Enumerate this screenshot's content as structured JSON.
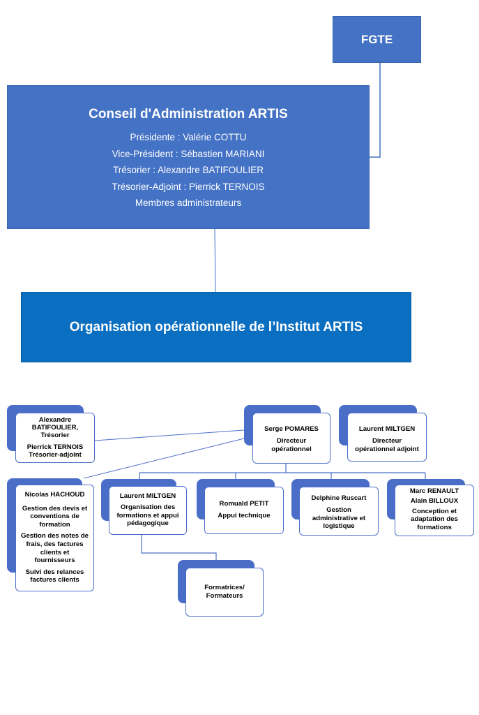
{
  "top": {
    "fgte": "FGTE",
    "council_title": "Conseil d'Administration ARTIS",
    "council_lines": [
      "Présidente : Valérie COTTU",
      "Vice-Président : Sébastien MARIANI",
      "Trésorier : Alexandre BATIFOULIER",
      "Trésorier-Adjoint : Pierrick TERNOIS",
      "Membres administrateurs"
    ],
    "org_title": "Organisation opérationnelle de l’Institut ARTIS"
  },
  "colors": {
    "council": "#4472c4",
    "org": "#0b6fc1",
    "card_border": "#4a6ec8"
  },
  "cards": {
    "treasurers": {
      "l1": "Alexandre",
      "l2": "BATIFOULIER,",
      "l3": "Trésorier",
      "l4": "Pierrick TERNOIS",
      "l5": "Trésorier-adjoint"
    },
    "director": {
      "name": "Serge POMARES",
      "role1": "Directeur",
      "role2": "opérationnel"
    },
    "deputy": {
      "name": "Laurent MILTGEN",
      "role1": "Directeur",
      "role2": "opérationnel adjoint"
    },
    "hachoud": {
      "name": "Nicolas HACHOUD",
      "d1": [
        "Gestion des devis et",
        "conventions de",
        "formation"
      ],
      "d2": [
        "Gestion des notes de",
        "frais, des factures",
        "clients et",
        "fournisseurs"
      ],
      "d3": [
        "Suivi des relances",
        "factures clients"
      ]
    },
    "miltgen": {
      "name": "Laurent MILTGEN",
      "d": [
        "Organisation des",
        "formations et appui",
        "pédagogique"
      ]
    },
    "petit": {
      "name": "Romuald PETIT",
      "d": [
        "Appui technique"
      ]
    },
    "ruscart": {
      "name": "Delphine Ruscart",
      "d": [
        "Gestion",
        "administrative et",
        "logistique"
      ]
    },
    "renault": {
      "n1": "Marc RENAULT",
      "n2": "Alain BILLOUX",
      "d": [
        "Conception et",
        "adaptation des",
        "formations"
      ]
    },
    "trainers": {
      "d": [
        "Formatrices/",
        "Formateurs"
      ]
    }
  }
}
